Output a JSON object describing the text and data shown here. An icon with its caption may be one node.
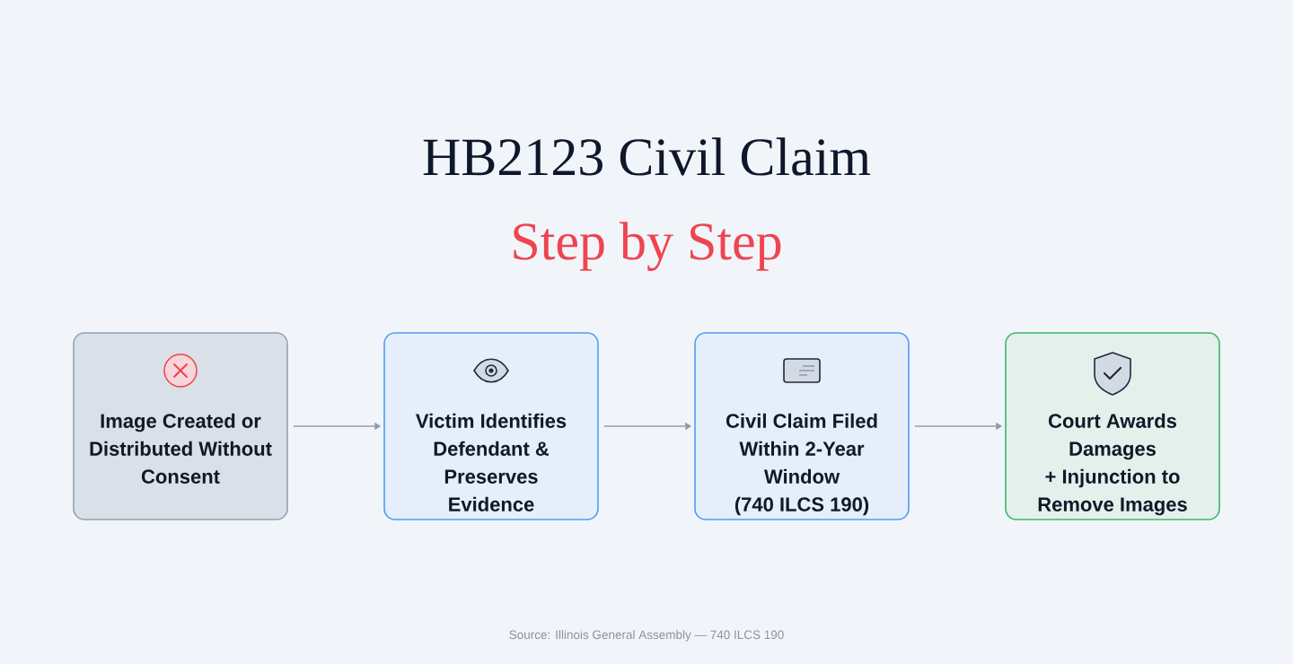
{
  "diagram": {
    "title": "HB2123 Civil Claim",
    "nodes": [
      {
        "text": [
          "Image Created or Distributed Without Consent"
        ]
      },
      {
        "text": [
          "Victim Identifies Defendant & Preserves Evidence"
        ]
      },
      {
        "text": [
          "Civil Claim Filed Within 2-Year Window",
          "(740 ILCS 190)"
        ]
      },
      {
        "text": [
          "Court Awards Damages",
          "+ Injunction to Remove Images"
        ]
      }
    ],
    "edges": [
      {
        "from": 0,
        "to": 1,
        "arrow": "to"
      },
      {
        "from": 1,
        "to": 2,
        "arrow": "to"
      },
      {
        "from": 2,
        "to": 3,
        "arrow": "to"
      }
    ],
    "labels": [
      "Step by Step",
      "Source: Illinois General Assembly — 740 ILCS 190"
    ]
  }
}
